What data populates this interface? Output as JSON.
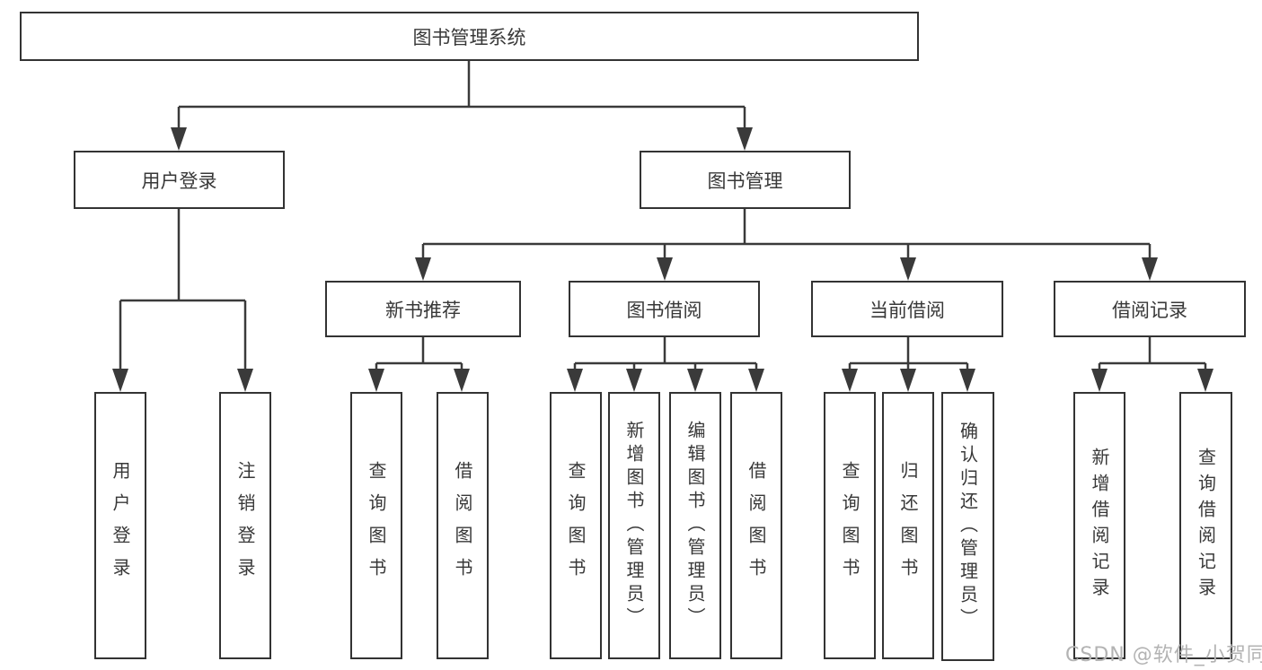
{
  "diagram_title": "图书管理系统",
  "tree": {
    "label": "图书管理系统",
    "children": [
      {
        "label": "用户登录",
        "children": [
          {
            "label": "用户登录"
          },
          {
            "label": "注销登录"
          }
        ]
      },
      {
        "label": "图书管理",
        "children": [
          {
            "label": "新书推荐",
            "children": [
              {
                "label": "查询图书"
              },
              {
                "label": "借阅图书"
              }
            ]
          },
          {
            "label": "图书借阅",
            "children": [
              {
                "label": "查询图书"
              },
              {
                "label": "新增图书（管理员）"
              },
              {
                "label": "编辑图书（管理员）"
              },
              {
                "label": "借阅图书"
              }
            ]
          },
          {
            "label": "当前借阅",
            "children": [
              {
                "label": "查询图书"
              },
              {
                "label": "归还图书"
              },
              {
                "label": "确认归还（管理员）"
              }
            ]
          },
          {
            "label": "借阅记录",
            "children": [
              {
                "label": "新增借阅记录"
              },
              {
                "label": "查询借阅记录"
              }
            ]
          }
        ]
      }
    ]
  },
  "watermark": {
    "text": "CSDN @软件_小贺同学"
  },
  "colors": {
    "line": "#3a3a3a",
    "border": "#333333",
    "text": "#383838",
    "watermark": "#b3b3b3",
    "background": "#ffffff"
  }
}
